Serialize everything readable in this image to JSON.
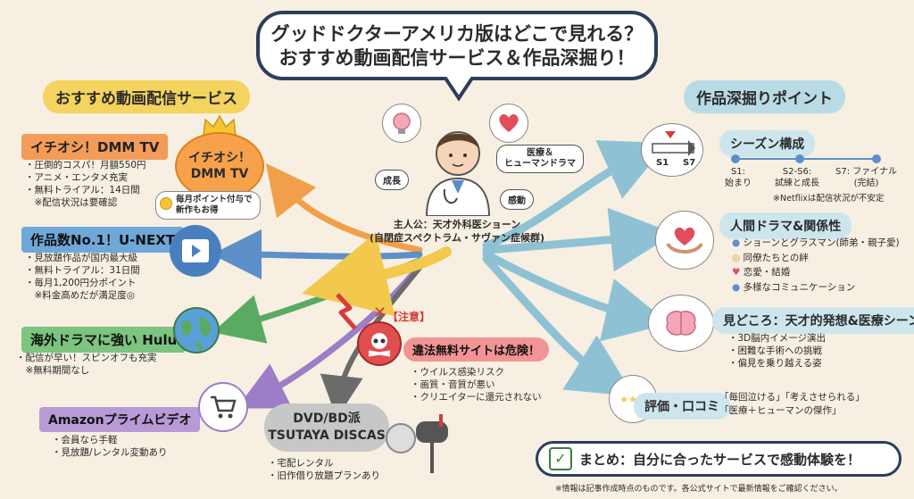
{
  "title": {
    "line1": "グッドドクターアメリカ版はどこで見れる？",
    "line2": "おすすめ動画配信サービス＆作品深掘り！"
  },
  "left_section": {
    "heading": "おすすめ動画配信サービス"
  },
  "right_section": {
    "heading": "作品深掘りポイント"
  },
  "center": {
    "caption1": "主人公：天才外科医ショーン",
    "caption2": "(自閉症スペクトラム・サヴァン症候群)",
    "tag_growth": "成長",
    "tag_medical1": "医療＆",
    "tag_medical2": "ヒューマンドラマ",
    "tag_emotion": "感動"
  },
  "services": {
    "dmm": {
      "card": "イチオシ！DMM TV",
      "bullets": [
        "・圧倒的コスパ！月額550円",
        "・アニメ・エンタメ充実",
        "・無料トライアル：14日間",
        "　※配信状況は要確認"
      ],
      "badge1": "イチオシ！",
      "badge2": "DMM TV",
      "note1": "毎月ポイント付与で",
      "note2": "新作もお得"
    },
    "unext": {
      "card": "作品数No.1！U-NEXT",
      "bullets": [
        "・見放題作品が国内最大級",
        "・無料トライアル：31日間",
        "・毎月1,200円分ポイント",
        "　※料金高めだが満足度◎"
      ]
    },
    "hulu": {
      "card": "海外ドラマに強い Hulu",
      "bullets": [
        "・配信が早い！スピンオフも充実",
        "　※無料期間なし"
      ]
    },
    "amazon": {
      "card": "Amazonプライムビデオ",
      "bullets": [
        "・会員なら手軽",
        "・見放題/レンタル変動あり"
      ]
    },
    "dvd": {
      "card1": "DVD/BD派",
      "card2": "TSUTAYA DISCAS",
      "bullets": [
        "・宅配レンタル",
        "・旧作借り放題プランあり"
      ]
    },
    "warning": {
      "label": "【注意】",
      "card": "違法無料サイトは危険！",
      "bullets": [
        "・ウイルス感染リスク",
        "・画質・音質が悪い",
        "・クリエイターに還元されない"
      ]
    }
  },
  "points": {
    "season": {
      "head": "シーズン構成",
      "s1": "S1",
      "s7": "S7",
      "t1a": "S1:",
      "t1b": "始まり",
      "t2a": "S2-S6:",
      "t2b": "試練と成長",
      "t3a": "S7: ファイナル",
      "t3b": "(完結)",
      "note": "※Netflixは配信状況が不安定"
    },
    "drama": {
      "head": "人間ドラマ&関係性",
      "items": [
        "ショーンとグラスマン(師弟・親子愛)",
        "同僚たちとの絆",
        "恋愛・結婚",
        "多様なコミュニケーション"
      ]
    },
    "highlight": {
      "head": "見どころ：天才的発想&医療シーン",
      "bullets": [
        "・3D脳内イメージ演出",
        "・困難な手術への挑戦",
        "・偏見を乗り越える姿"
      ]
    },
    "review": {
      "head": "評価・口コミ",
      "quotes1": "「毎回泣ける」「考えさせられる」",
      "quotes2": "「医療＋ヒューマンの傑作」"
    }
  },
  "summary": {
    "text": "まとめ：自分に合ったサービスで感動体験を！",
    "footnote": "※情報は記事作成時点のものです。各公式サイトで最新情報をご確認ください。"
  },
  "colors": {
    "title_border": "#2c3e5b",
    "left_heading": "#f4d35e",
    "right_heading": "#b9dbe6",
    "dmm": "#f39c5a",
    "unext": "#6fa8d8",
    "hulu": "#7cc47f",
    "amazon": "#b79ad6",
    "dvd": "#b5b5b5",
    "warning": "#f29494"
  }
}
